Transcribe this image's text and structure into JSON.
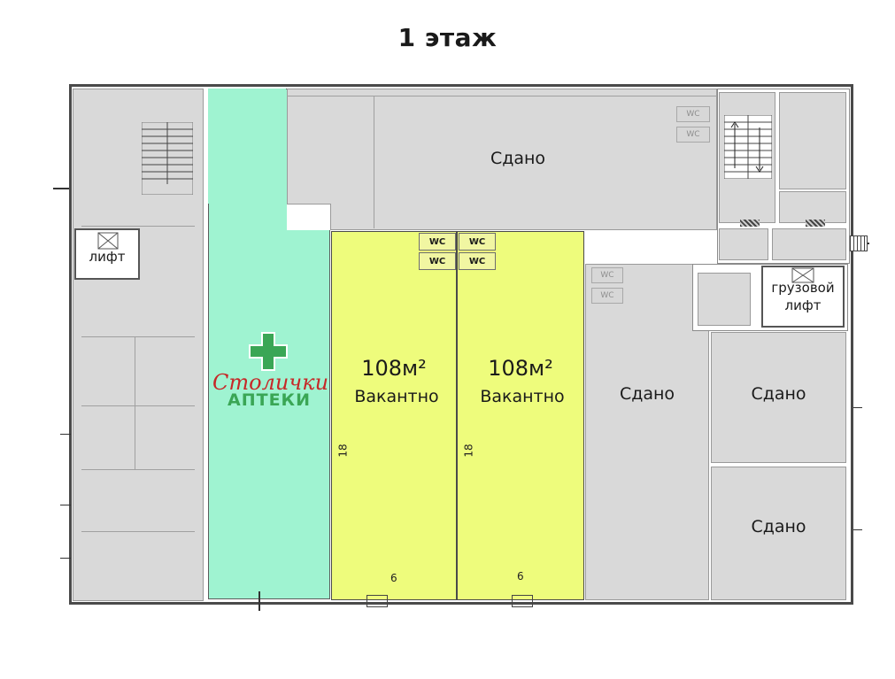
{
  "title": "1 этаж",
  "rooms": {
    "pharmacy": {
      "logo_script": "Столички",
      "logo_block": "АПТЕКИ",
      "accent_color": "#3aa655",
      "brand_color": "#c62828",
      "fill_color": "#9ff3d1"
    },
    "unit_left": {
      "area": "108м²",
      "status": "Вакантно",
      "dim_length": "18",
      "dim_width": "6",
      "fill_color": "#eefc7c"
    },
    "unit_right": {
      "area": "108м²",
      "status": "Вакантно",
      "dim_length": "18",
      "dim_width": "6",
      "fill_color": "#eefc7c"
    },
    "top_rented": {
      "status": "Сдано"
    },
    "mid_rented": {
      "status": "Сдано"
    },
    "right_rented_1": {
      "status": "Сдано"
    },
    "right_rented_2": {
      "status": "Сдано"
    }
  },
  "wc_label": "WC",
  "elevator": {
    "label": "лифт"
  },
  "freight_elevator": {
    "line1": "грузовой",
    "line2": "лифт"
  }
}
